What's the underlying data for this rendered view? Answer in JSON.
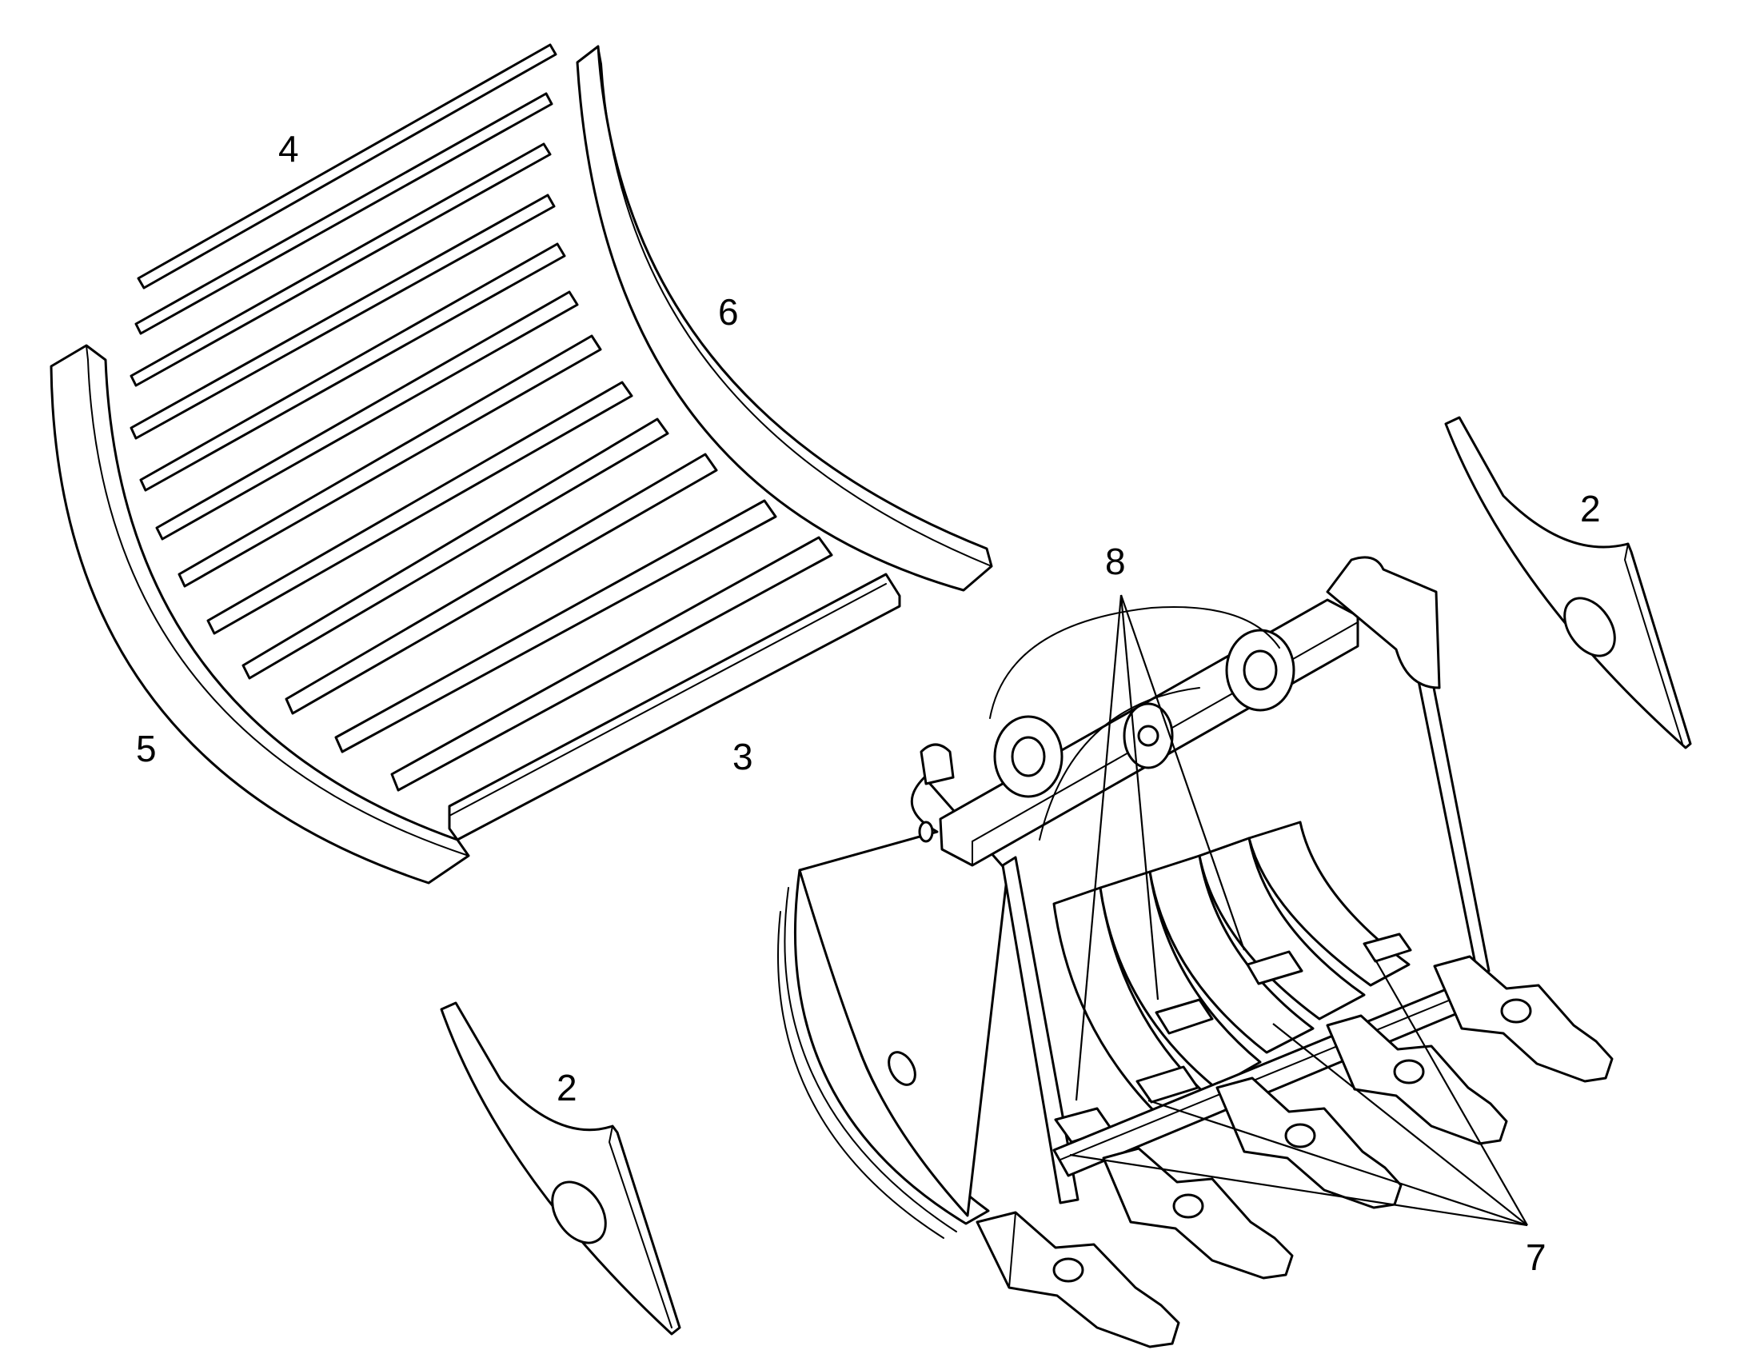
{
  "colors": {
    "line": "#000000",
    "background": "#ffffff"
  },
  "callouts": {
    "wear_strip_top": "4",
    "side_curve_right": "6",
    "side_curve_left": "5",
    "bottom_strip": "3",
    "side_plate_right": "2",
    "side_plate_left": "2",
    "bucket_liner": "8",
    "tooth_adapter": "7"
  }
}
